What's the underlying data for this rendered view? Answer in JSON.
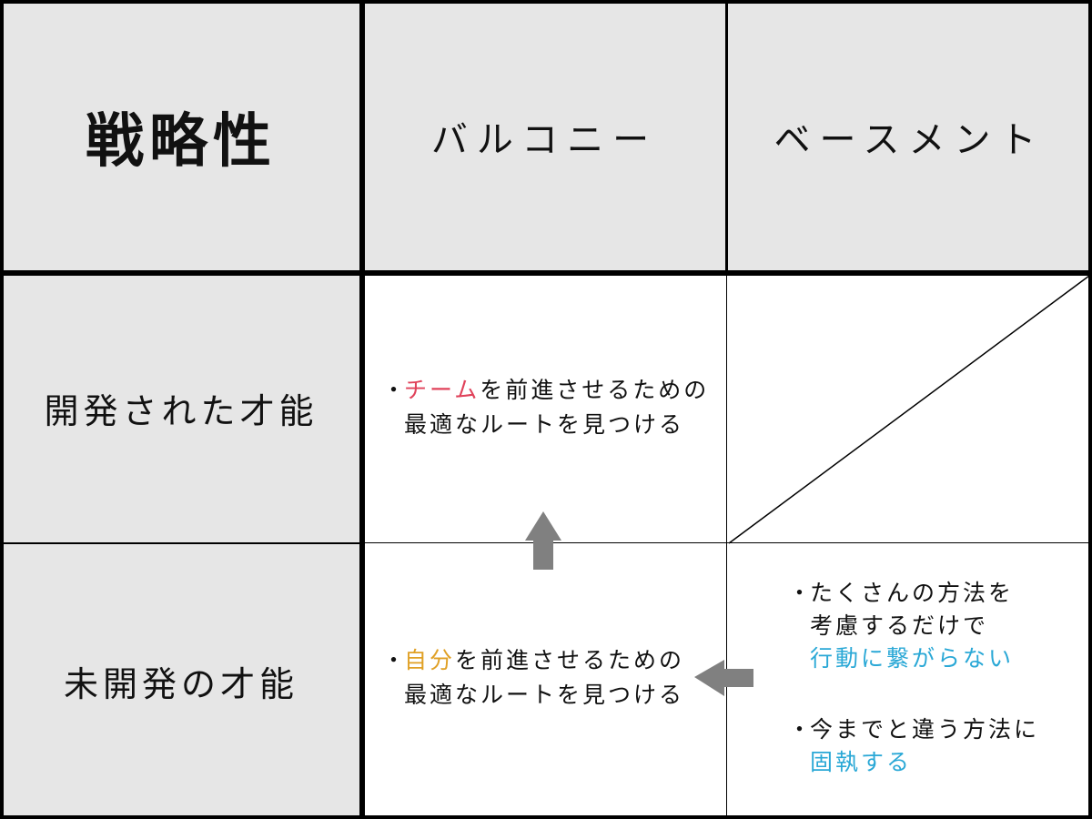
{
  "header": {
    "corner": "戦略性",
    "col1": "バルコニー",
    "col2": "ベースメント"
  },
  "rows": {
    "developed": "開発された才能",
    "undeveloped": "未開発の才能"
  },
  "balcony_developed": {
    "bullet": "・",
    "highlight": "チーム",
    "rest_line1": "を前進させるための",
    "line2": "最適なルートを見つける"
  },
  "balcony_undeveloped": {
    "bullet": "・",
    "highlight": "自分",
    "rest_line1": "を前進させるための",
    "line2": "最適なルートを見つける"
  },
  "basement_undeveloped": {
    "item1": {
      "bullet": "・",
      "line1": "たくさんの方法を",
      "line2": "考慮するだけで",
      "line3": "行動に繋がらない"
    },
    "item2": {
      "bullet": "・",
      "line1": "今までと違う方法に",
      "line2": "固執する"
    }
  },
  "colors": {
    "cell_gray": "#e6e6e6",
    "grid": "#000000",
    "highlight_red": "#e0425a",
    "highlight_orange": "#e0a025",
    "highlight_blue": "#2aa8d6",
    "arrow": "#808080"
  },
  "icons": {
    "up_arrow": "up-arrow-icon",
    "left_arrow": "left-arrow-icon"
  }
}
